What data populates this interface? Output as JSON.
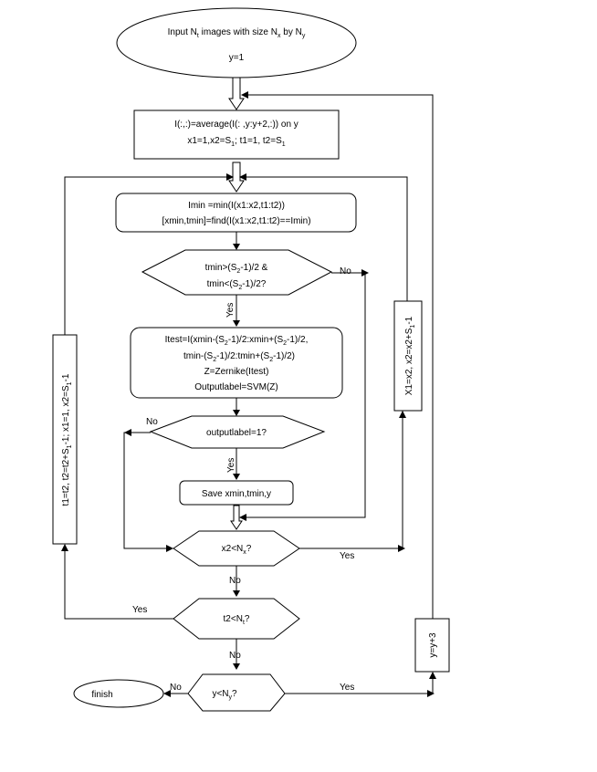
{
  "nodes": {
    "start": {
      "line1_pre": "Input N",
      "line1_sub1": "t",
      "line1_mid1": " images with size N",
      "line1_sub2": "x",
      "line1_mid2": " by N",
      "line1_sub3": "y",
      "line2": "y=1"
    },
    "average": {
      "line1": "I(:,:)=average(I(: ,y:y+2,:)) on y",
      "line2_a": "x1=1,x2=S",
      "line2_sub1": "1",
      "line2_b": "; t1=1, t2=S",
      "line2_sub2": "1"
    },
    "imin": {
      "line1": "Imin =min(I(x1:x2,t1:t2))",
      "line2": "[xmin,tmin]=find(I(x1:x2,t1:t2)==Imin)"
    },
    "tmin_check": {
      "line1_a": "tmin>(S",
      "line1_sub": "2",
      "line1_b": "-1)/2 &",
      "line2_a": "tmin<(S",
      "line2_sub": "2",
      "line2_b": "-1)/2?"
    },
    "itest": {
      "line1_a": "Itest=I(xmin-(S",
      "line1_sub1": "2",
      "line1_b": "-1)/2:xmin+(S",
      "line1_sub2": "2",
      "line1_c": "-1)/2,",
      "line2_a": "tmin-(S",
      "line2_sub1": "2",
      "line2_b": "-1)/2:tmin+(S",
      "line2_sub2": "2",
      "line2_c": "-1)/2)",
      "line3": "Z=Zernike(Itest)",
      "line4": "Outputlabel=SVM(Z)"
    },
    "output_check": {
      "text": "outputlabel=1?"
    },
    "save": {
      "text": "Save xmin,tmin,y"
    },
    "x2_check": {
      "text_a": "x2<N",
      "text_sub": "x",
      "text_b": "?"
    },
    "t2_check": {
      "text_a": "t2<N",
      "text_sub": "t",
      "text_b": "?"
    },
    "y_check": {
      "text_a": "y<N",
      "text_sub": "y",
      "text_b": "?"
    },
    "finish": {
      "text": "finish"
    },
    "x_update": {
      "text_a": "X1=x2,  x2=x2+S",
      "text_sub": "1",
      "text_b": "-1"
    },
    "t_update": {
      "text_a": "t1=t2,  t2=t2+S",
      "text_sub1": "1",
      "text_b": "-1;   x1=1,  x2=S",
      "text_sub2": "1",
      "text_c": "-1"
    },
    "y_update": {
      "text": "y=y+3"
    }
  },
  "labels": {
    "tmin_no": "No",
    "tmin_yes": "Yes",
    "output_no": "No",
    "output_yes": "Yes",
    "x2_yes": "Yes",
    "x2_no": "No",
    "t2_yes": "Yes",
    "t2_no": "No",
    "y_no": "No",
    "y_yes": "Yes"
  }
}
